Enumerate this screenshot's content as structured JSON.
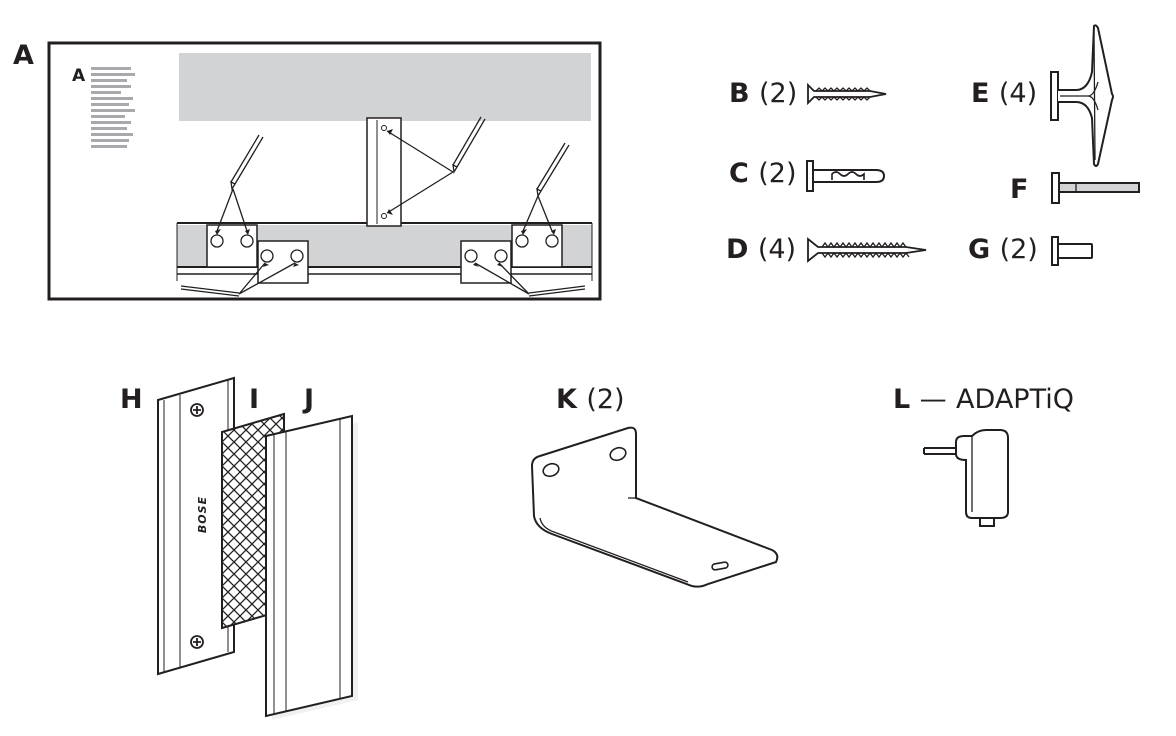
{
  "template": {
    "label": "A",
    "inner_label": "A"
  },
  "parts": {
    "B": {
      "letter": "B",
      "qty": "(2)"
    },
    "C": {
      "letter": "C",
      "qty": "(2)"
    },
    "D": {
      "letter": "D",
      "qty": "(4)"
    },
    "E": {
      "letter": "E",
      "qty": "(4)"
    },
    "F": {
      "letter": "F"
    },
    "G": {
      "letter": "G",
      "qty": "(2)"
    },
    "H": {
      "letter": "H",
      "logo": "BOSE"
    },
    "I": {
      "letter": "I"
    },
    "J": {
      "letter": "J"
    },
    "K": {
      "letter": "K",
      "qty": "(2)"
    },
    "L": {
      "letter": "L",
      "dash": "—",
      "name": "ADAPTiQ"
    }
  },
  "colors": {
    "ink": "#231f20",
    "gray_fill": "#d1d3d4",
    "text_gray": "#a7a9ac",
    "bar_gray": "#cfd0d2"
  }
}
